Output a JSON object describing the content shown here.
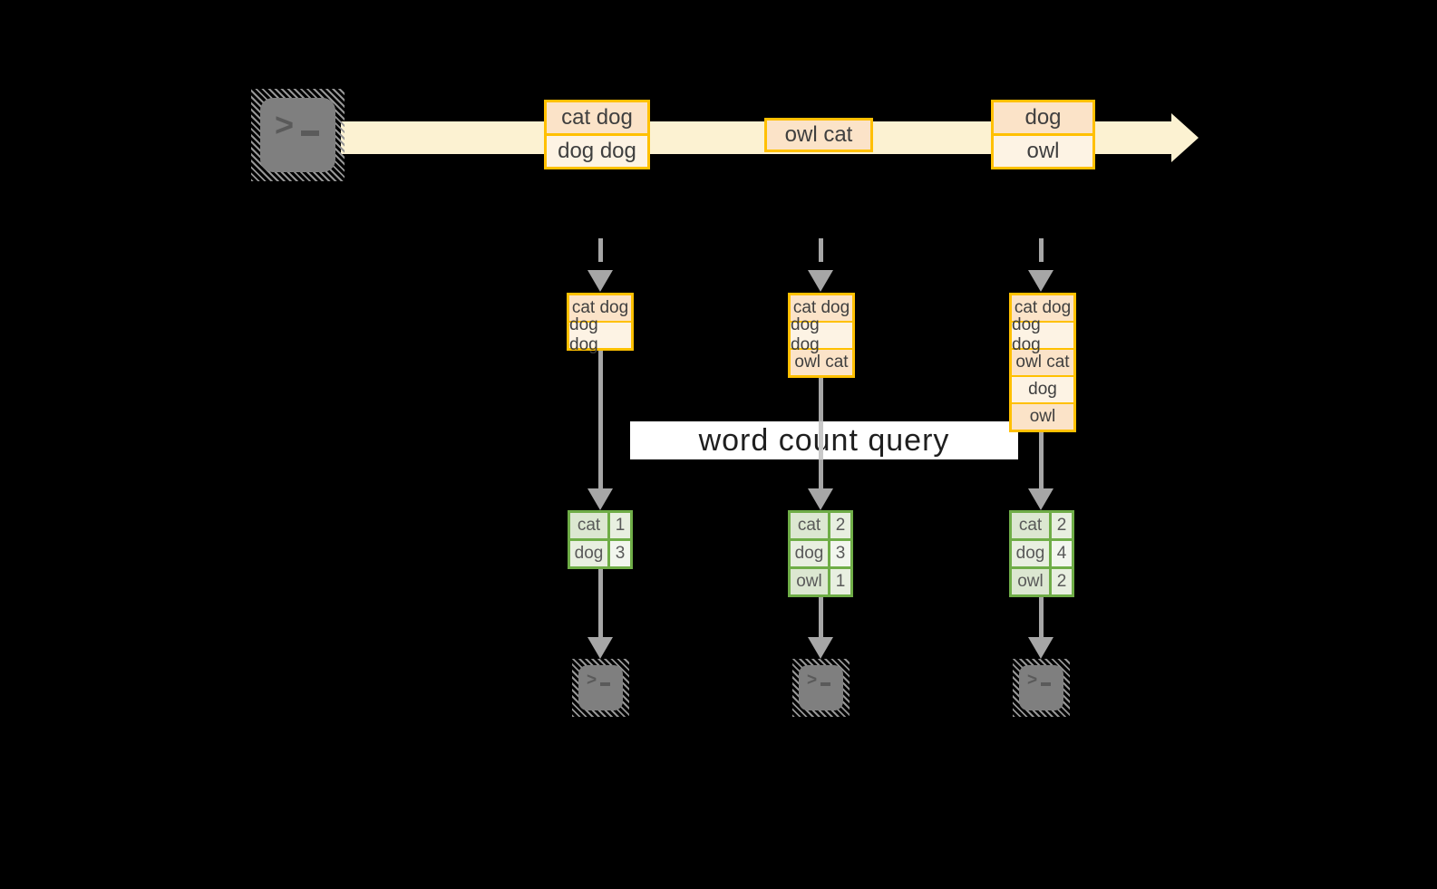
{
  "query": {
    "label": "word count query"
  },
  "stream": {
    "events": [
      {
        "rows": [
          "cat dog",
          "dog dog"
        ]
      },
      {
        "rows": [
          "owl cat"
        ]
      },
      {
        "rows": [
          "dog",
          "owl"
        ]
      }
    ]
  },
  "consumers": [
    {
      "buffer": [
        "cat dog",
        "dog dog"
      ],
      "counts": [
        {
          "word": "cat",
          "count": "1"
        },
        {
          "word": "dog",
          "count": "3"
        }
      ]
    },
    {
      "buffer": [
        "cat dog",
        "dog dog",
        "owl cat"
      ],
      "counts": [
        {
          "word": "cat",
          "count": "2"
        },
        {
          "word": "dog",
          "count": "3"
        },
        {
          "word": "owl",
          "count": "1"
        }
      ]
    },
    {
      "buffer": [
        "cat dog",
        "dog dog",
        "owl cat",
        "dog",
        "owl"
      ],
      "counts": [
        {
          "word": "cat",
          "count": "2"
        },
        {
          "word": "dog",
          "count": "4"
        },
        {
          "word": "owl",
          "count": "2"
        }
      ]
    }
  ],
  "icons": {
    "terminal_prompt": ">"
  },
  "colors": {
    "background": "#000000",
    "stream_band": "#fcf2d2",
    "event_border": "#ffc000",
    "event_fill_peach": "#fbe3c8",
    "event_fill_cream": "#fdf3e4",
    "table_border": "#6fad47",
    "table_cell_dark": "#dce7d1",
    "table_cell_mid": "#e8efe0",
    "table_cell_light": "#f2f6ee",
    "arrow_gray": "#a6a6a6",
    "query_band": "#ffffff",
    "terminal_gray": "#7f7f7f"
  }
}
